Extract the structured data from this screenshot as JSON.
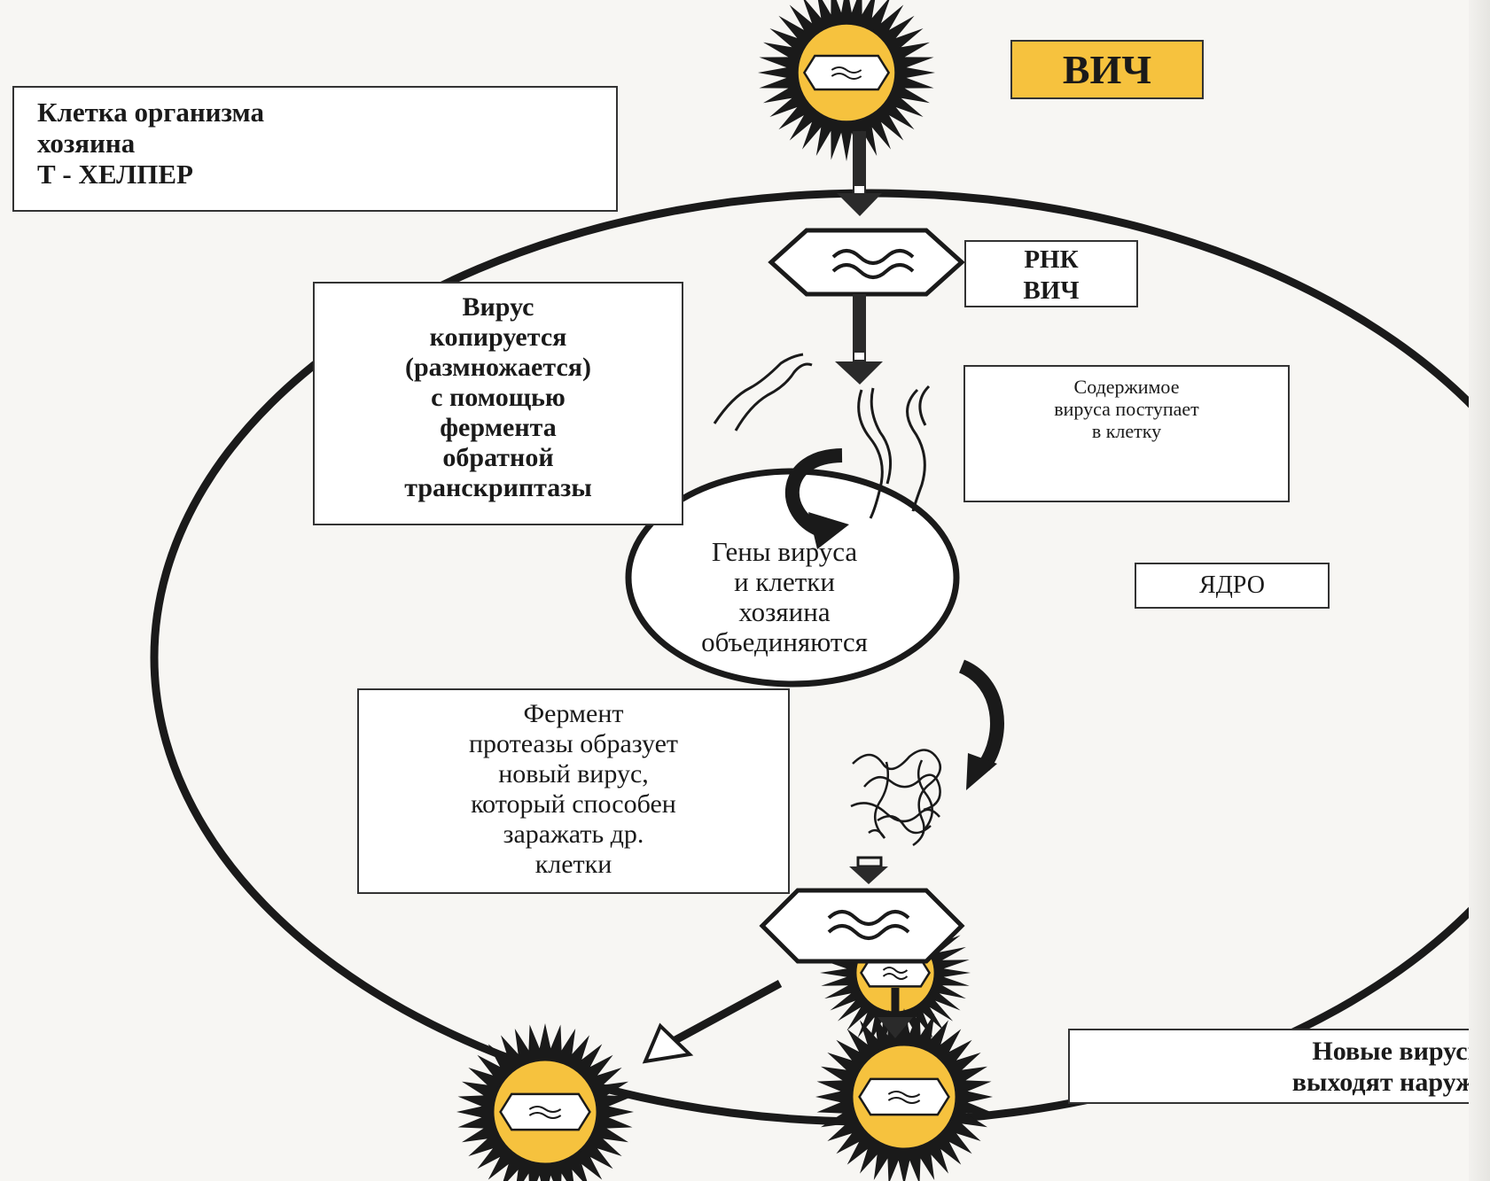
{
  "title": "ВИЧ",
  "labels": {
    "host_cell": [
      "Клетка организма",
      "хозяина",
      "Т - ХЕЛПЕР"
    ],
    "rna": [
      "РНК",
      "ВИЧ"
    ],
    "copy": [
      "Вирус",
      "копируется",
      "(размножается)",
      "с помощью",
      "фермента",
      "обратной",
      "транскриптазы"
    ],
    "content_enters": [
      "Содержимое",
      "вируса поступает",
      "в клетку"
    ],
    "nucleus_text": [
      "Гены вируса",
      "и клетки",
      "хозяина",
      "объединяются"
    ],
    "nucleus": "ЯДРО",
    "protease": [
      "Фермент",
      "протеазы образует",
      "новый вирус,",
      "который способен",
      "заражать др.",
      "клетки"
    ],
    "exit": [
      "Новые вирусы",
      "выходят наружу"
    ]
  },
  "colors": {
    "virus_fill": "#f6c23e",
    "outline": "#1a1a1a",
    "arrow": "#2a2a2a",
    "box_bg": "#ffffff"
  },
  "icons": [
    "virus-icon",
    "capsid-icon",
    "rna-strand-icon",
    "arrow-icon"
  ]
}
